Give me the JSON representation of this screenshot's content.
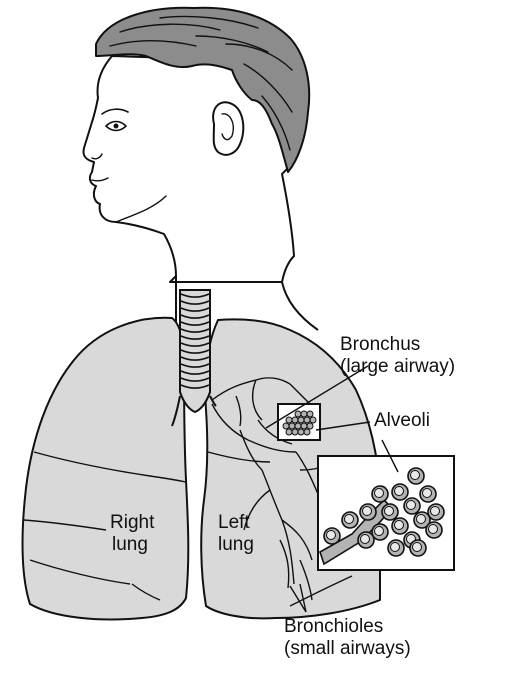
{
  "labels": {
    "bronchus": [
      "Bronchus",
      "(large airway)"
    ],
    "alveoli": "Alveoli",
    "right_lung": [
      "Right",
      "lung"
    ],
    "left_lung": [
      "Left",
      "lung"
    ],
    "bronchioles": [
      "Bronchioles",
      "(small airways)"
    ]
  },
  "colors": {
    "hair": "#8c8c8c",
    "lung": "#d9d9d9",
    "alveolus": "#b3b3b3",
    "outline": "#111111"
  }
}
